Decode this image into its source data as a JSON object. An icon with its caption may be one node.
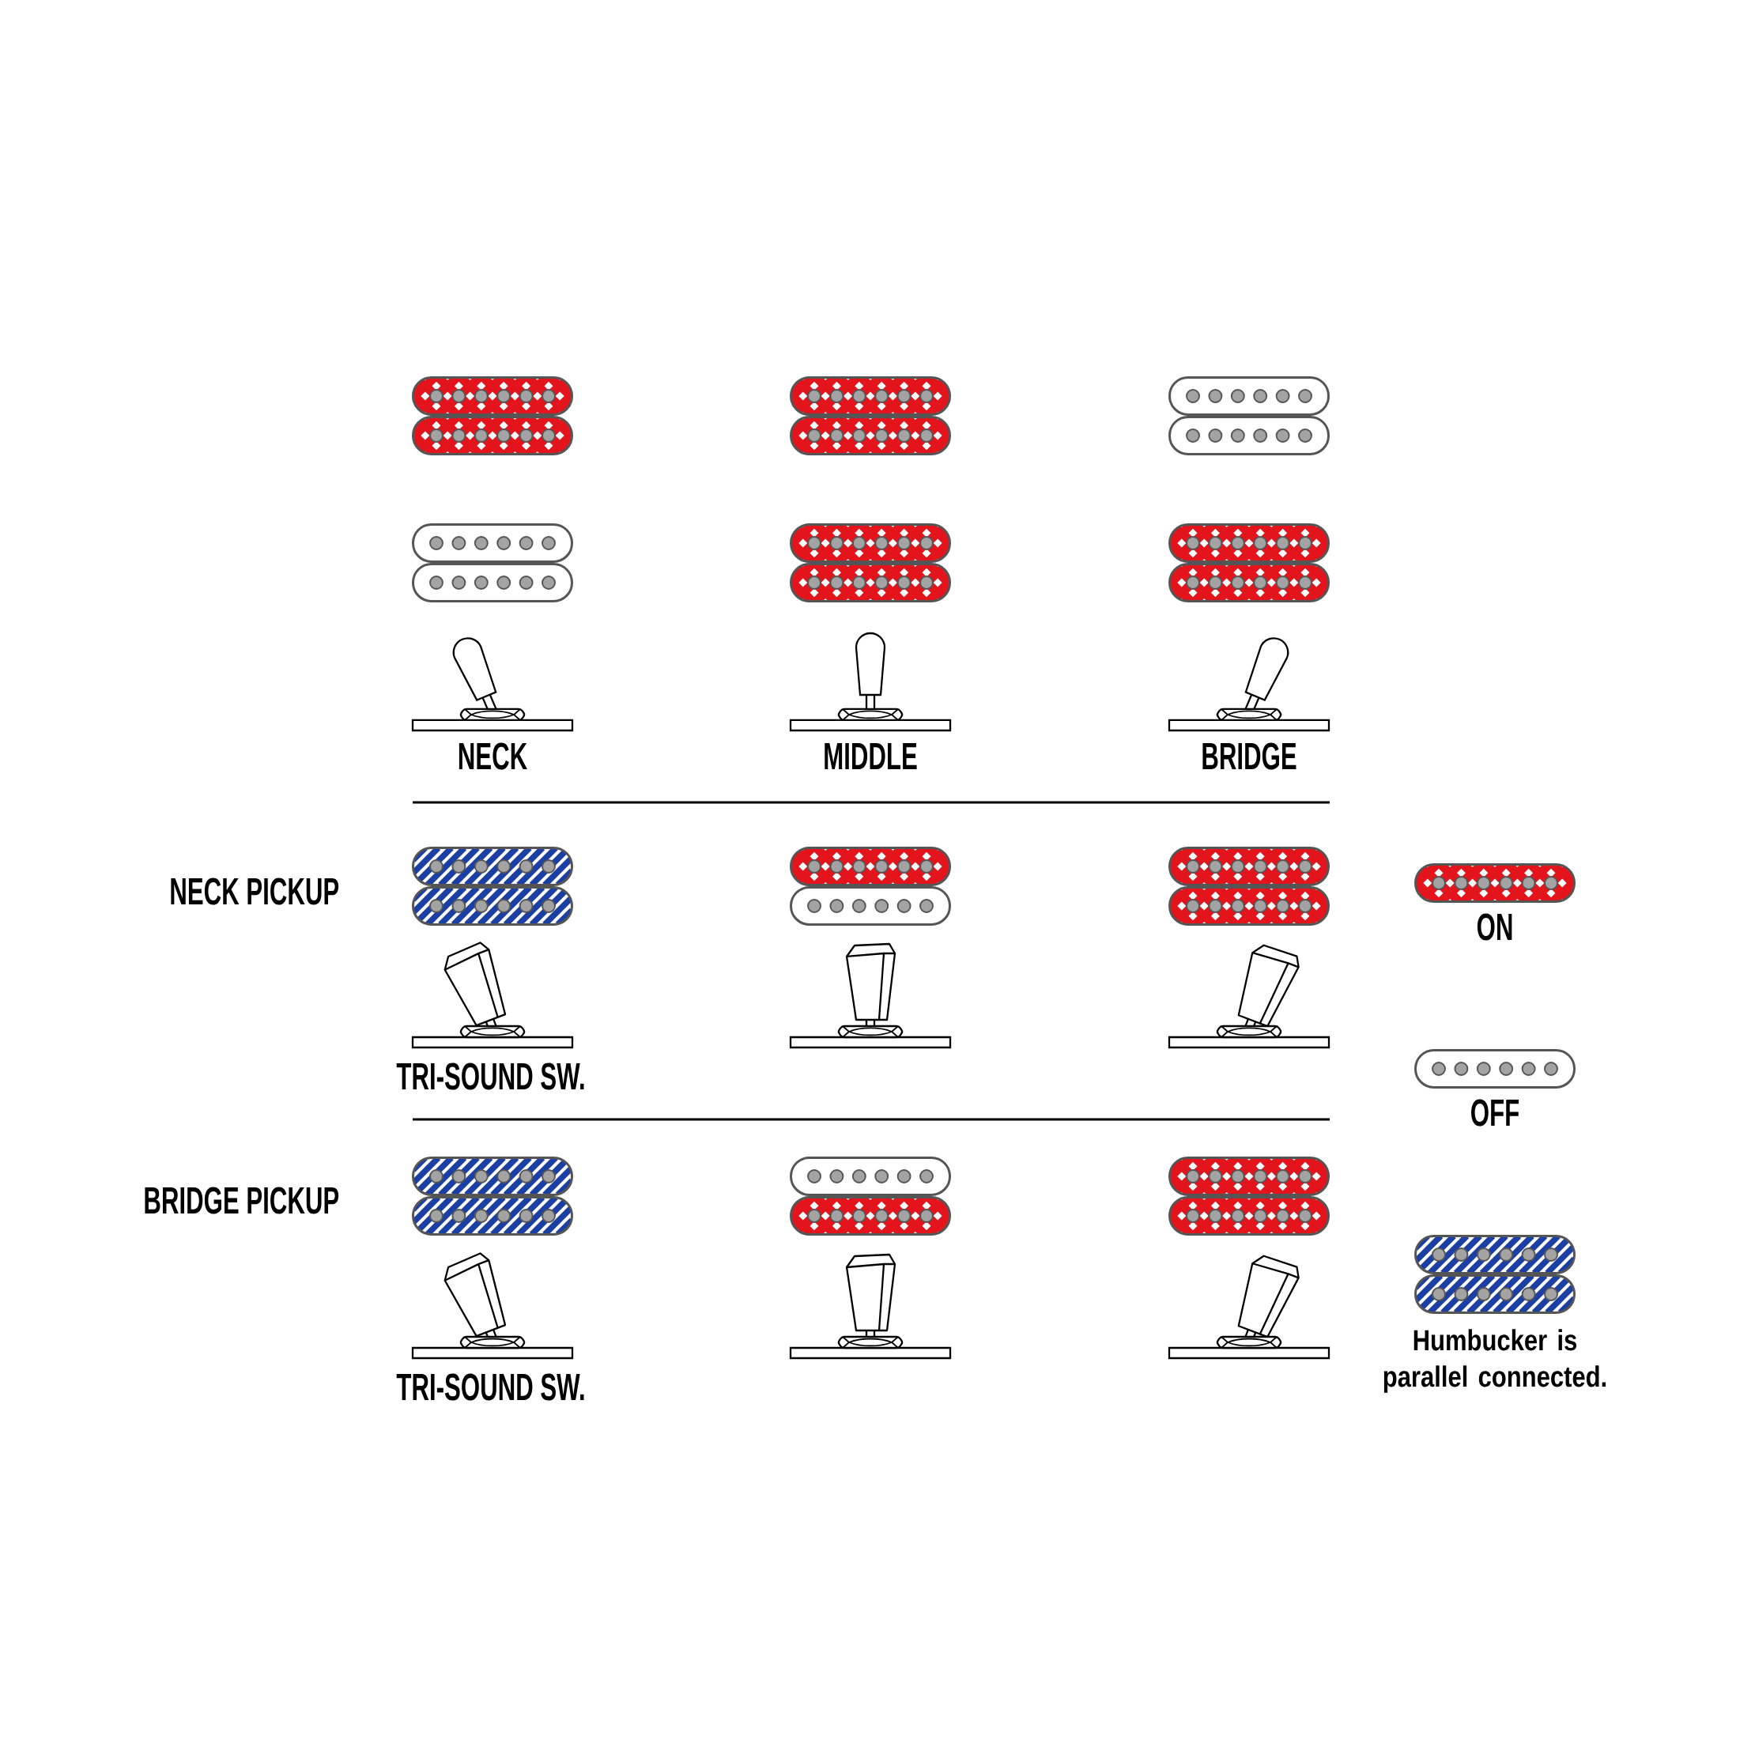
{
  "diagram": {
    "labels": [
      "NECK",
      "MIDDLE",
      "BRIDGE",
      "NECK PICKUP",
      "TRI-SOUND SW.",
      "BRIDGE PICKUP",
      "TRI-SOUND SW."
    ],
    "legend": [
      {
        "text": "ON"
      },
      {
        "text": "OFF"
      },
      {
        "text": "Humbucker is parallel connected."
      }
    ]
  }
}
